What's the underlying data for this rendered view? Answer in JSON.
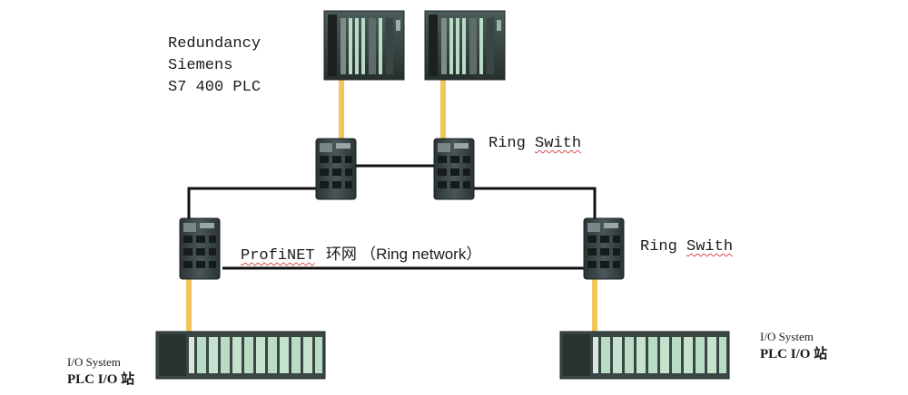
{
  "labels": {
    "plc_line1": "Redundancy",
    "plc_line2": "Siemens",
    "plc_line3": "S7 400 PLC",
    "switch_top": "Ring",
    "switch_top_word2": "Swith",
    "switch_right": "Ring",
    "switch_right_word2": "Swith",
    "ring_prefix": "ProfiNET",
    "ring_cn": "环网",
    "ring_en": "（Ring network）",
    "io_left_line1": "I/O System",
    "io_left_line2": "PLC I/O 站",
    "io_right_line1": "I/O System",
    "io_right_line2": "PLC I/O 站"
  },
  "colors": {
    "fiber": "#f2c75a",
    "ethernet": "#111111",
    "device_dark": "#2f3a3c",
    "device_green": "#b8dcc4",
    "spellcheck": "#d84a4a"
  }
}
